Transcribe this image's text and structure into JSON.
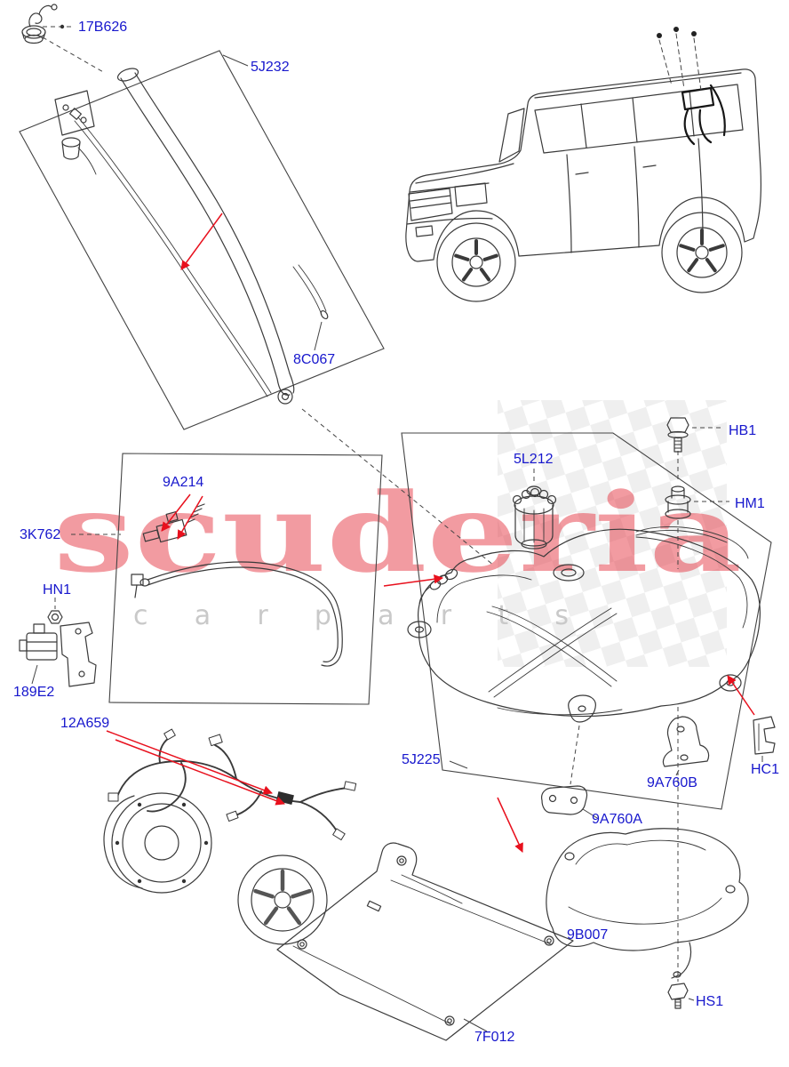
{
  "watermark": {
    "brand": "scuderia",
    "tagline": "c a r   p a r t s"
  },
  "labels": {
    "17B626": "17B626",
    "5J232": "5J232",
    "8C067": "8C067",
    "9A214": "9A214",
    "3K762": "3K762",
    "HN1": "HN1",
    "189E2": "189E2",
    "12A659": "12A659",
    "5L212": "5L212",
    "HB1": "HB1",
    "HM1": "HM1",
    "5J225": "5J225",
    "9A760B": "9A760B",
    "HC1": "HC1",
    "9A760A": "9A760A",
    "9B007": "9B007",
    "HS1": "HS1",
    "7F012": "7F012"
  },
  "colors": {
    "label": "#1717cd",
    "arrow": "#e8101d",
    "line": "#3a3a3a",
    "watermark": "#e63946",
    "tagline": "#c9c9c9",
    "checker": "#dcdcdc"
  }
}
